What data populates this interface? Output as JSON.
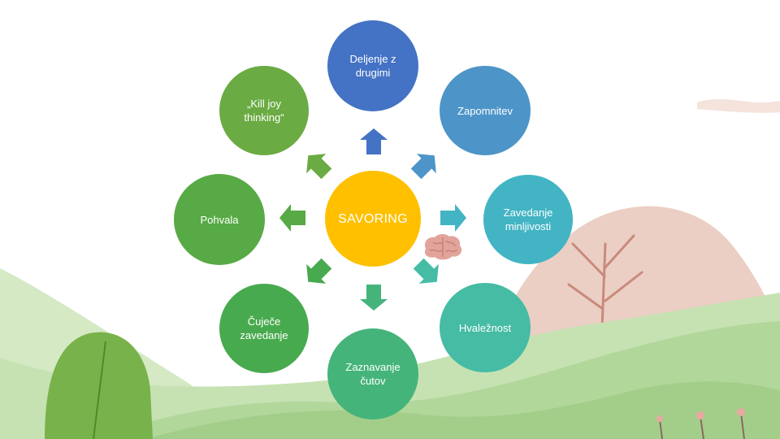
{
  "diagram": {
    "center": {
      "label": "SAVORING",
      "color": "#FFC000"
    },
    "nodes": [
      {
        "id": "deljenje",
        "label": "Deljenje z drugimi",
        "color": "#4472C4"
      },
      {
        "id": "zapomnitev",
        "label": "Zapomnitev",
        "color": "#4D95C8"
      },
      {
        "id": "zavedanje-minljivosti",
        "label": "Zavedanje minljivosti",
        "color": "#42B4C4"
      },
      {
        "id": "hvaleznost",
        "label": "Hvaležnost",
        "color": "#46BCA4"
      },
      {
        "id": "zaznavanje-cutov",
        "label": "Zaznavanje čutov",
        "color": "#45B47A"
      },
      {
        "id": "cujece-zavedanje",
        "label": "Čuječe zavedanje",
        "color": "#48AA4E"
      },
      {
        "id": "pohvala",
        "label": "Pohvala",
        "color": "#57AA45"
      },
      {
        "id": "kill-joy",
        "label": "„Kill joy thinking“",
        "color": "#6AAB43"
      }
    ]
  }
}
